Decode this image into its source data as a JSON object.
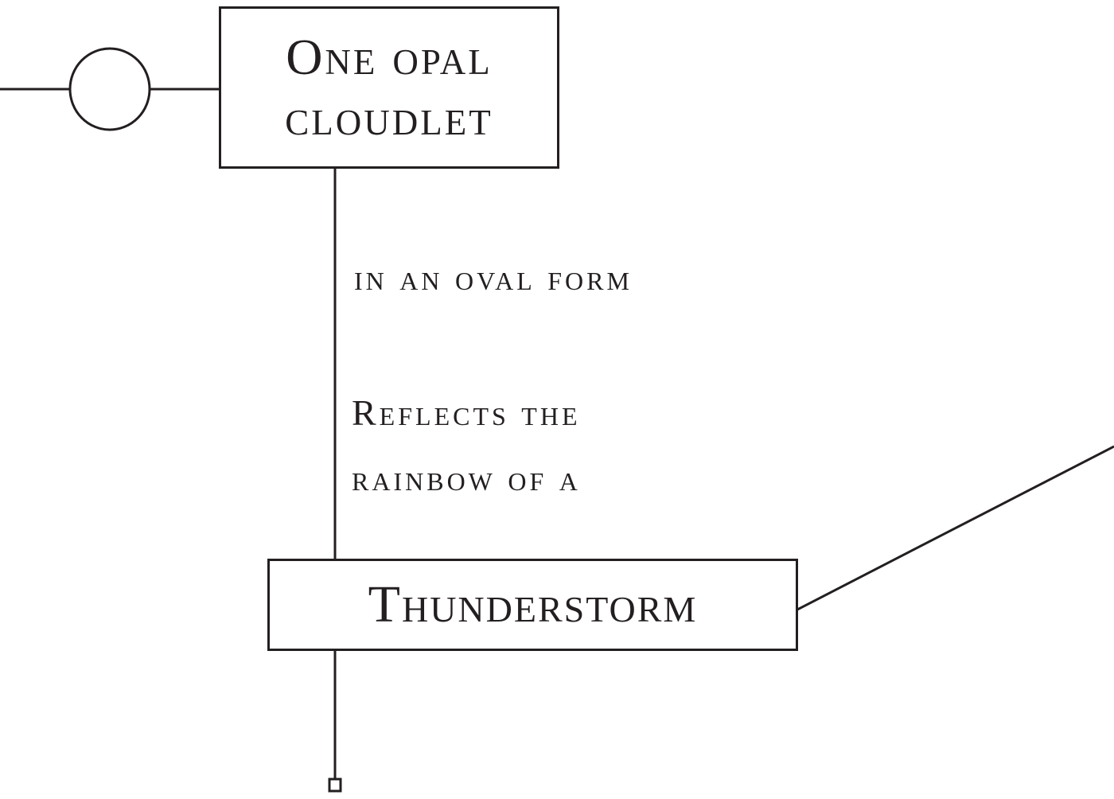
{
  "diagram": {
    "nodes": [
      {
        "id": "cloudlet",
        "lines": [
          "One opal",
          "cloudlet"
        ]
      },
      {
        "id": "thunderstorm",
        "lines": [
          "Thunderstorm"
        ]
      }
    ],
    "captions": [
      {
        "lines": [
          "in an oval form"
        ]
      },
      {
        "lines": [
          "Reflects the",
          "rainbow of a"
        ]
      }
    ],
    "connector_symbols": {
      "start": "circle-node",
      "end": "square-terminal"
    },
    "colors": {
      "stroke": "#231f20",
      "background": "#ffffff"
    }
  }
}
